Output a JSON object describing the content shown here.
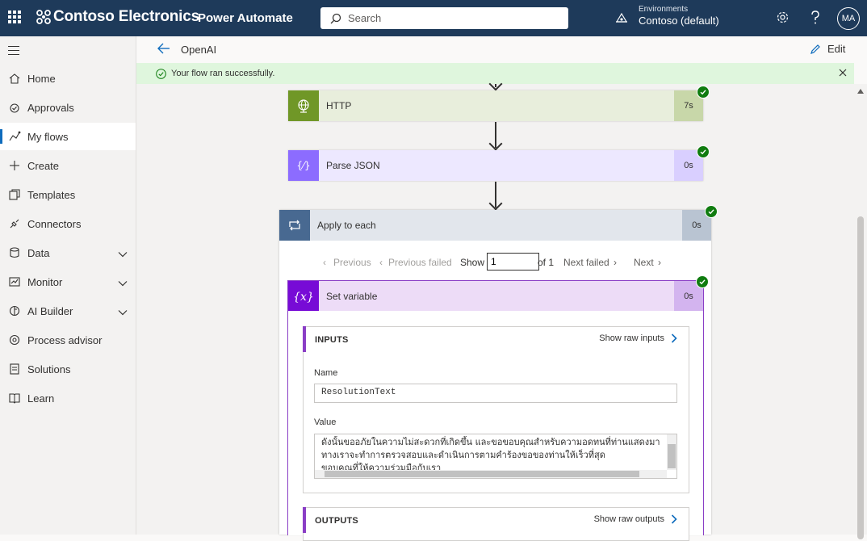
{
  "topbar": {
    "brand": "Contoso Electronics",
    "app": "Power Automate",
    "search_placeholder": "Search",
    "env_label": "Environments",
    "env_name": "Contoso (default)",
    "avatar": "MA",
    "icons": [
      "waffle-icon",
      "search-icon",
      "environment-icon",
      "settings-icon",
      "help-icon"
    ]
  },
  "sidebar": {
    "items": [
      {
        "label": "Home",
        "icon": "home-icon"
      },
      {
        "label": "Approvals",
        "icon": "approvals-icon"
      },
      {
        "label": "My flows",
        "icon": "flows-icon",
        "active": true
      },
      {
        "label": "Create",
        "icon": "plus-icon"
      },
      {
        "label": "Templates",
        "icon": "templates-icon"
      },
      {
        "label": "Connectors",
        "icon": "connectors-icon"
      },
      {
        "label": "Data",
        "icon": "data-icon",
        "expandable": true
      },
      {
        "label": "Monitor",
        "icon": "monitor-icon",
        "expandable": true
      },
      {
        "label": "AI Builder",
        "icon": "ai-builder-icon",
        "expandable": true
      },
      {
        "label": "Process advisor",
        "icon": "process-advisor-icon"
      },
      {
        "label": "Solutions",
        "icon": "solutions-icon"
      },
      {
        "label": "Learn",
        "icon": "learn-icon"
      }
    ]
  },
  "header": {
    "flow_name": "OpenAI",
    "edit_label": "Edit"
  },
  "banner": {
    "message": "Your flow ran successfully."
  },
  "steps": {
    "http": {
      "label": "HTTP",
      "duration": "7s"
    },
    "parse": {
      "label": "Parse JSON",
      "duration": "0s"
    },
    "apply": {
      "label": "Apply to each",
      "duration": "0s"
    },
    "setvar": {
      "label": "Set variable",
      "duration": "0s"
    }
  },
  "pager": {
    "previous": "Previous",
    "previous_failed": "Previous failed",
    "show": "Show",
    "value": "1",
    "of": "of 1",
    "next_failed": "Next failed",
    "next": "Next"
  },
  "inputs": {
    "title": "INPUTS",
    "raw": "Show raw inputs",
    "name_label": "Name",
    "name_value": "ResolutionText",
    "value_label": "Value",
    "value_lines": [
      "ดังนั้นขออภัยในความไม่สะดวกที่เกิดขึ้น และขอขอบคุณสำหรับความอดทนที่ท่านแสดงมา",
      "ทางเราจะทำการตรวจสอบและดำเนินการตามคำร้องขอของท่านให้เร็วที่สุด",
      "ขอบคุณที่ให้ความร่วมมือกับเรา"
    ]
  },
  "outputs": {
    "title": "OUTPUTS",
    "raw": "Show raw outputs"
  },
  "colors": {
    "topbar": "#1e3a5a",
    "http": "#709727",
    "parse": "#8c6cff",
    "apply": "#486991",
    "setvar": "#770bd6",
    "success": "#107c10"
  }
}
